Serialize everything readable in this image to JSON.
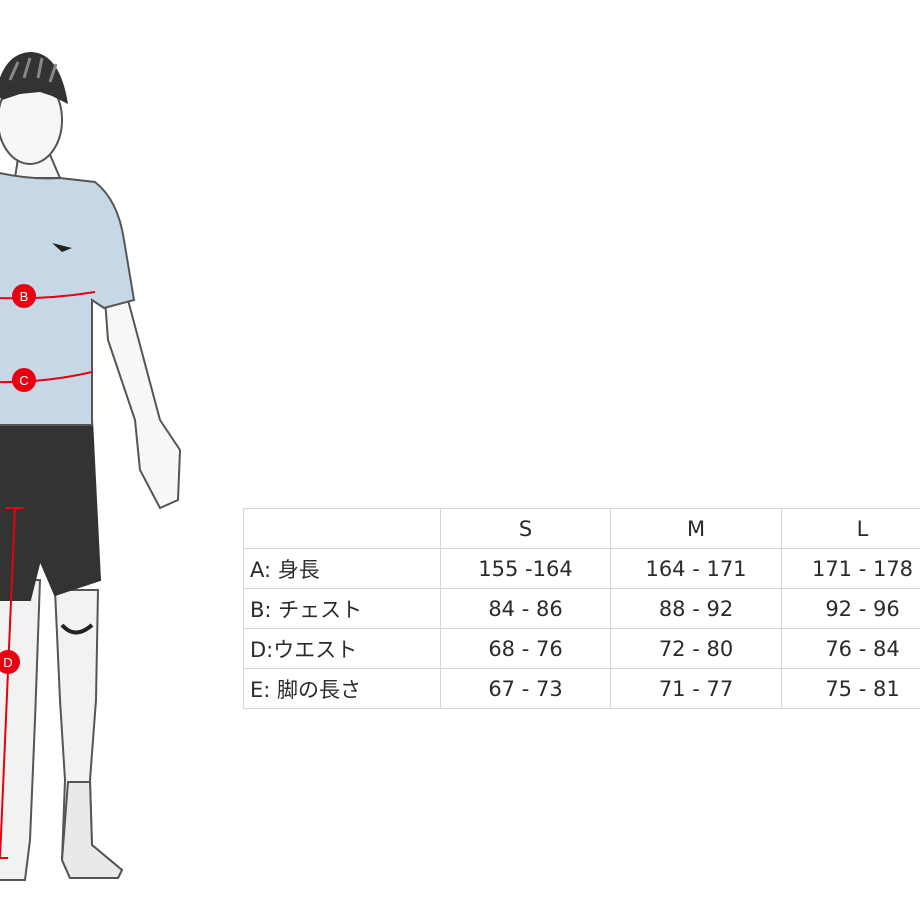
{
  "figure": {
    "markers": [
      "B",
      "C",
      "D"
    ],
    "colors": {
      "shirt": "#c6d8e6",
      "shorts": "#333333",
      "measure": "#e60012",
      "outline": "#555555"
    }
  },
  "size_table": {
    "headers": [
      "",
      "S",
      "M",
      "L"
    ],
    "rows": [
      [
        "A: 身長",
        "155 -164",
        "164 - 171",
        "171 - 178"
      ],
      [
        "B: チェスト",
        "84 - 86",
        "88 - 92",
        "92 - 96"
      ],
      [
        "D:ウエスト",
        "68 - 76",
        "72 - 80",
        "76 - 84"
      ],
      [
        "E: 脚の長さ",
        "67 - 73",
        "71 - 77",
        "75 - 81"
      ]
    ]
  }
}
